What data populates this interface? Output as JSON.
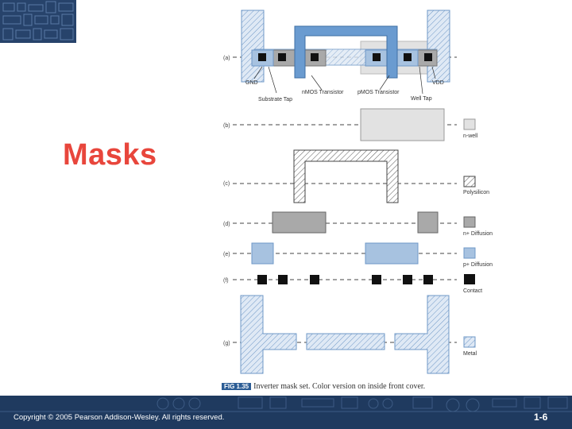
{
  "slide": {
    "title": "Masks",
    "copyright": "Copyright © 2005 Pearson Addison-Wesley. All rights reserved.",
    "page_number": "1-6"
  },
  "figure": {
    "row_labels": [
      "(a)",
      "(b)",
      "(c)",
      "(d)",
      "(e)",
      "(f)",
      "(g)"
    ],
    "callouts": {
      "gnd": "GND",
      "vdd": "VDD",
      "substrate_tap": "Substrate Tap",
      "nmos": "nMOS Transistor",
      "pmos": "pMOS Transistor",
      "well_tap": "Well Tap"
    },
    "legend": [
      "n-well",
      "Polysilicon",
      "n+ Diffusion",
      "p+ Diffusion",
      "Contact",
      "Metal"
    ],
    "caption_tag": "FIG 1.35",
    "caption_text": "Inverter mask set. Color version on inside front cover."
  },
  "colors": {
    "title": "#e8463c",
    "footer": "#1f3a5f",
    "poly": "#6a9bd0",
    "pdiff": "#a7c2e0",
    "ndiff": "#a9a9a9",
    "nwell": "#e0e0e0",
    "contact": "#111111"
  }
}
